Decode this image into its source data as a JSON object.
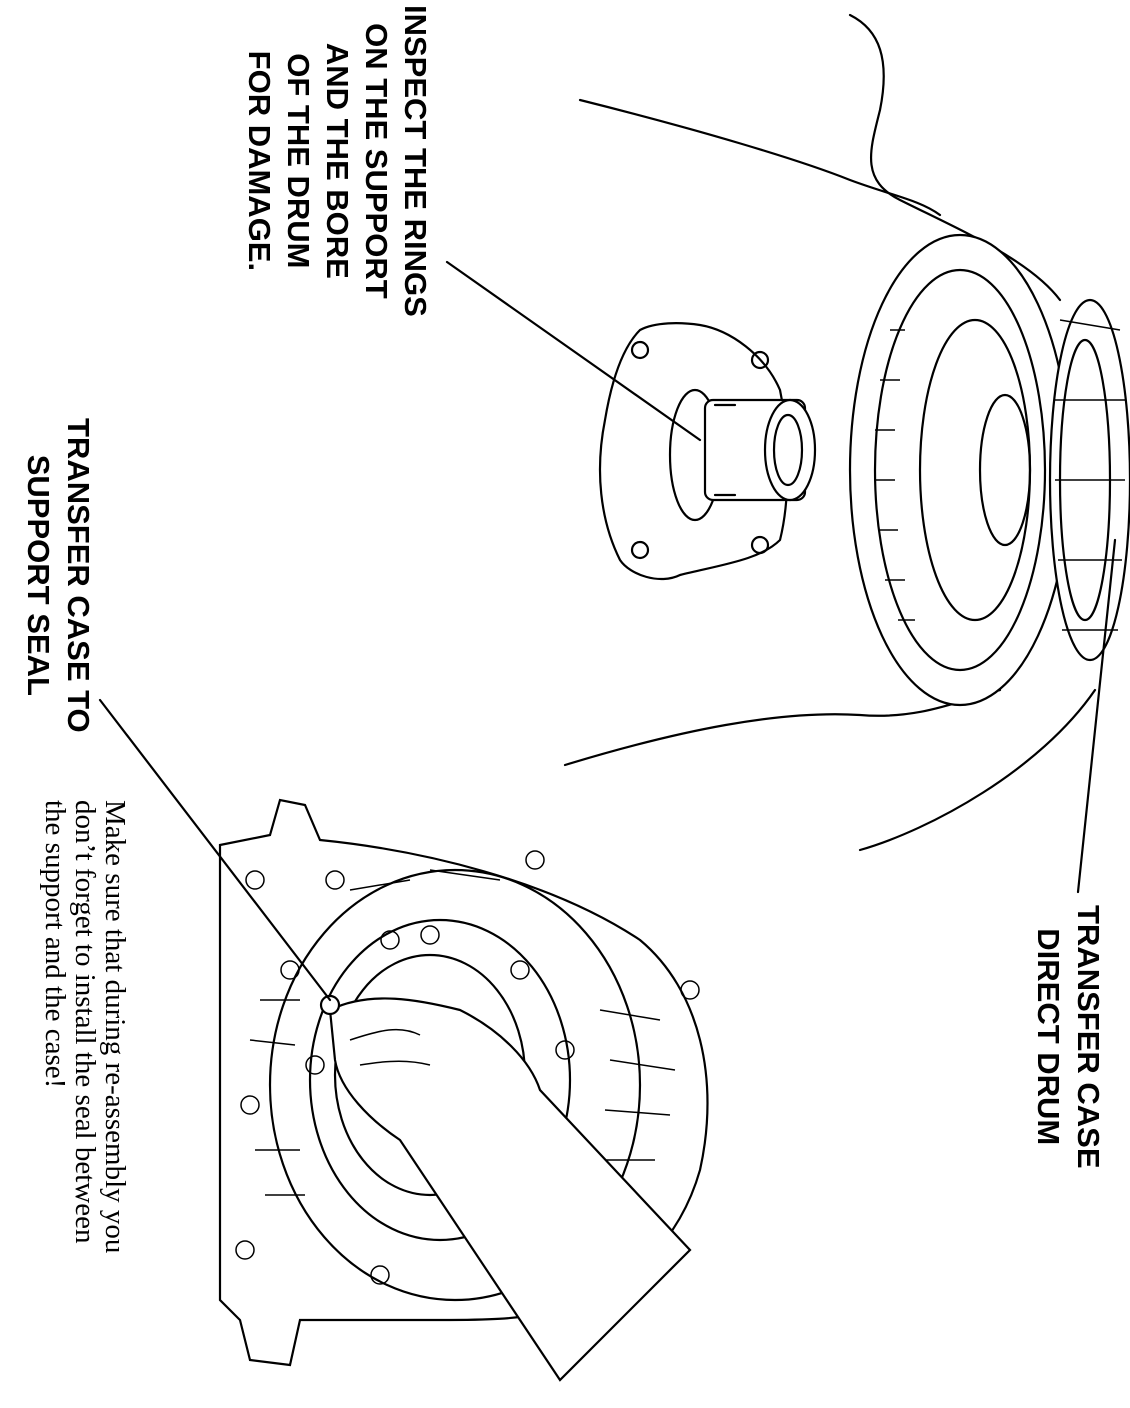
{
  "callouts": {
    "inspect_rings": [
      "INSPECT THE RINGS",
      "ON THE SUPPORT",
      "AND THE BORE",
      "OF THE DRUM",
      "FOR DAMAGE."
    ],
    "support_seal": [
      "TRANSFER CASE TO",
      "SUPPORT SEAL"
    ],
    "direct_drum": [
      "TRANSFER CASE",
      "DIRECT DRUM"
    ]
  },
  "note": [
    "Make sure that during re-assembly you",
    "don’t forget to install the seal between",
    "the support and the case!"
  ]
}
